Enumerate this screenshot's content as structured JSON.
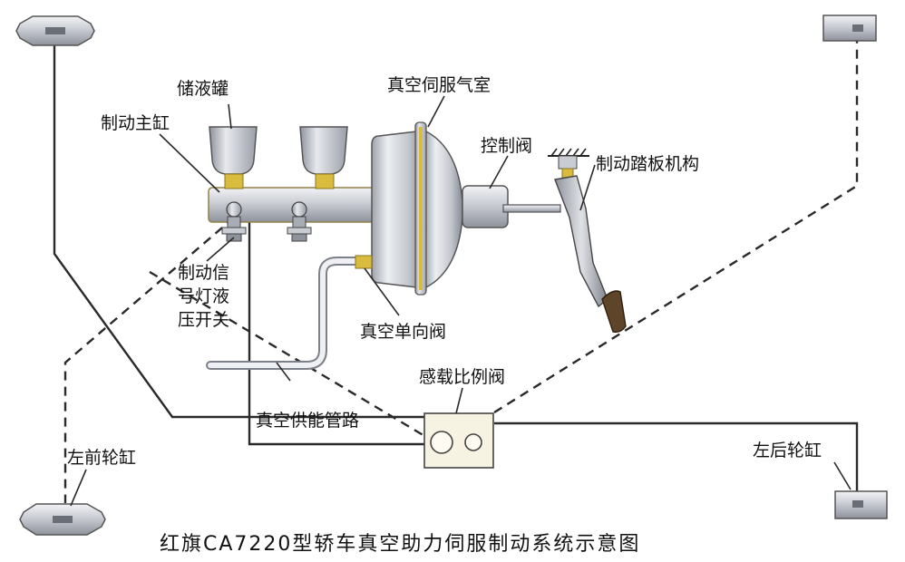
{
  "labels": {
    "reservoir": "储液罐",
    "master_cylinder": "制动主缸",
    "vacuum_chamber": "真空伺服气室",
    "control_valve": "控制阀",
    "pedal_mechanism": "制动踏板机构",
    "signal_switch_line1": "制动信",
    "signal_switch_line2": "号灯液",
    "signal_switch_line3": "压开关",
    "check_valve": "真空单向阀",
    "proportioning_valve": "感载比例阀",
    "vacuum_pipe": "真空供能管路",
    "front_left_cylinder": "左前轮缸",
    "rear_left_cylinder": "左后轮缸"
  },
  "caption": "红旗CA7220型轿车真空助力伺服制动系统示意图"
}
